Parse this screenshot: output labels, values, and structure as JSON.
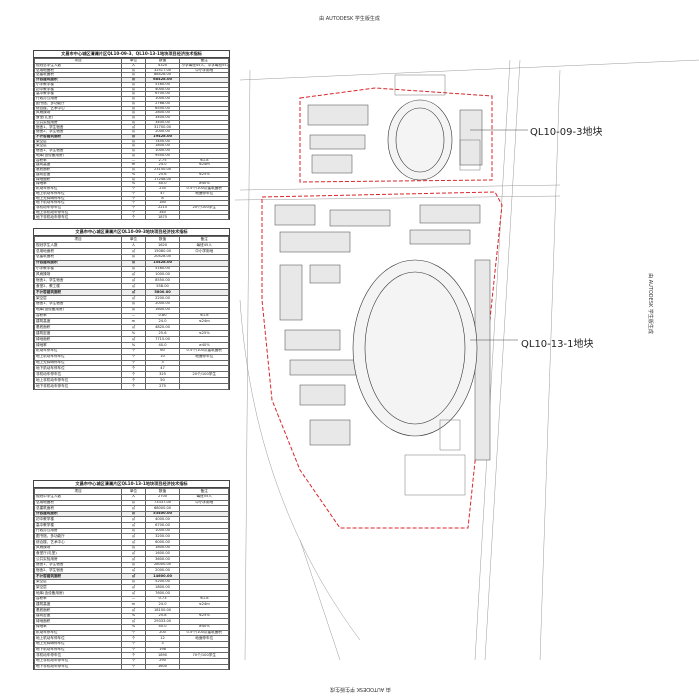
{
  "watermarks": {
    "top": "由 AUTODESK 学生版生成",
    "bottom": "由 AUTODESK 学生版生成",
    "right": "由 AUTODESK 学生版生成"
  },
  "plots": {
    "north": "QL10-09-3地块",
    "south": "QL10-13-1地块"
  },
  "columns": [
    "项目",
    "单位",
    "数值",
    "备注"
  ],
  "tables": [
    {
      "title": "文昌市中心城区清澜片区QL10-09-3、QL10-13-1地块项目经济技术指标",
      "rows": [
        [
          "规划总学生人数",
          "人",
          "4320",
          "小学每班45人，中学每班55人"
        ],
        [
          "总用地面积",
          "㎡",
          "32517.00",
          "中小学用地"
        ],
        [
          "总建筑面积",
          "㎡",
          "88428.00",
          ""
        ],
        [
          "计容建筑面积",
          "㎡",
          "68428.00",
          "",
          "b"
        ],
        [
          "小学教学楼",
          "㎡",
          "5160.00",
          ""
        ],
        [
          "初中教学楼",
          "㎡",
          "4000.00",
          ""
        ],
        [
          "高中教学楼",
          "㎡",
          "6700.00",
          ""
        ],
        [
          "行政办公用房",
          "㎡",
          "1000.00",
          ""
        ],
        [
          "图书馆、多功能厅",
          "㎡",
          "2768.00",
          ""
        ],
        [
          "综合楼、艺术中心",
          "㎡",
          "6550.00",
          ""
        ],
        [
          "风雨操场",
          "㎡",
          "2800.00",
          ""
        ],
        [
          "食堂(扎堂)",
          "㎡",
          "3400.00",
          ""
        ],
        [
          "公共实验用房",
          "㎡",
          "3400.00",
          ""
        ],
        [
          "宿舍1、学生宿舍",
          "㎡",
          "31700.00",
          ""
        ],
        [
          "宿舍2、学生宿舍",
          "㎡",
          "2000.00",
          ""
        ],
        [
          "不计容建筑面积",
          "㎡",
          "19428.00",
          "",
          "b"
        ],
        [
          "架空层",
          "㎡",
          "7450.00",
          ""
        ],
        [
          "架空层",
          "㎡",
          "1800.00",
          ""
        ],
        [
          "宿舍1、学生宿舍",
          "㎡",
          "1000.00",
          ""
        ],
        [
          "地库(含设备用房)",
          "㎡",
          "9550.00",
          ""
        ],
        [
          "容积率",
          "—",
          "2.75",
          "≤1.8"
        ],
        [
          "建筑高度",
          "m",
          "24.0",
          "≤24m"
        ],
        [
          "基底面积",
          "㎡",
          "23150.00",
          ""
        ],
        [
          "建筑密度",
          "%",
          "25.6",
          "≤25%"
        ],
        [
          "绿地面积",
          "㎡",
          "17248.00",
          ""
        ],
        [
          "绿地率",
          "%",
          "40.0",
          "≥40%"
        ],
        [
          "机动车停车位",
          "个",
          "235",
          "0.5个/100㎡建筑面积"
        ],
        [
          "地上机动车停车位",
          "个",
          "47",
          "地面停车位"
        ],
        [
          "地上无障碍停车位",
          "个",
          "8",
          ""
        ],
        [
          "地下机动车停车位",
          "个",
          "180",
          ""
        ],
        [
          "非机动车停车位",
          "个",
          "2215",
          "20个/100学生"
        ],
        [
          "地上非机动车停车位",
          "个",
          "340",
          ""
        ],
        [
          "地下非机动车停车位",
          "个",
          "1875",
          ""
        ]
      ]
    },
    {
      "title": "文昌市中心城区清澜片区QL10-09-3地块项目经济技术指标",
      "rows": [
        [
          "规划学生人数",
          "人",
          "1620",
          "每班45人"
        ],
        [
          "总用地面积",
          "㎡",
          "15080.00",
          "中小学用地"
        ],
        [
          "总建筑面积",
          "㎡",
          "20428.00",
          ""
        ],
        [
          "计容建筑面积",
          "㎡",
          "15428.00",
          "",
          "b"
        ],
        [
          "小学教学楼",
          "㎡",
          "5160.00",
          ""
        ],
        [
          "风雨操场",
          "㎡",
          "1000.00",
          ""
        ],
        [
          "宿舍1、学生宿舍",
          "㎡",
          "8550.00",
          ""
        ],
        [
          "食堂2、教工楼",
          "㎡",
          "558.00",
          ""
        ],
        [
          "不计容建筑面积",
          "㎡",
          "5800.00",
          "",
          "b"
        ],
        [
          "架空层",
          "㎡",
          "2200.00",
          ""
        ],
        [
          "宿舍1、学生宿舍",
          "㎡",
          "2000.00",
          ""
        ],
        [
          "地库(含设备用房)",
          "㎡",
          "1600.00",
          ""
        ],
        [
          "容积率",
          "—",
          "0.80",
          "≤1.8"
        ],
        [
          "建筑高度",
          "m",
          "24.0",
          "≤24m"
        ],
        [
          "基底面积",
          "㎡",
          "4820.00",
          ""
        ],
        [
          "建筑密度",
          "%",
          "25.6",
          "≤25%"
        ],
        [
          "绿地面积",
          "㎡",
          "7715.00",
          ""
        ],
        [
          "绿地率",
          "%",
          "40.0",
          "≥40%"
        ],
        [
          "机动车停车位",
          "个",
          "60",
          "0.5个/100㎡建筑面积"
        ],
        [
          "地上机动车停车位",
          "个",
          "10",
          "地面停车位"
        ],
        [
          "地上无障碍停车位",
          "个",
          "3",
          ""
        ],
        [
          "地下机动车停车位",
          "个",
          "47",
          ""
        ],
        [
          "非机动车停车位",
          "个",
          "325",
          "20个/100学生"
        ],
        [
          "地上非机动车停车位",
          "个",
          "50",
          ""
        ],
        [
          "地下非机动车停车位",
          "个",
          "275",
          ""
        ]
      ]
    },
    {
      "title": "文昌市中心城区清澜片区QL10-13-1地块项目经济技术指标",
      "rows": [
        [
          "规划中学生人数",
          "人",
          "2700",
          "每班55人"
        ],
        [
          "总用地面积",
          "㎡",
          "73337.00",
          "中小学用地"
        ],
        [
          "总建筑面积",
          "㎡",
          "68000.00",
          ""
        ],
        [
          "计容建筑面积",
          "㎡",
          "53400.00",
          "",
          "b"
        ],
        [
          "初中教学楼",
          "㎡",
          "4000.00",
          ""
        ],
        [
          "高中教学楼",
          "㎡",
          "6700.00",
          ""
        ],
        [
          "行政办公用房",
          "㎡",
          "1000.00",
          ""
        ],
        [
          "图书馆、多功能厅",
          "㎡",
          "3200.00",
          ""
        ],
        [
          "综合楼、艺术中心",
          "㎡",
          "6000.00",
          ""
        ],
        [
          "风雨操场",
          "㎡",
          "1800.00",
          ""
        ],
        [
          "食堂厅(礼堂)",
          "㎡",
          "1600.00",
          ""
        ],
        [
          "公共实验用房",
          "㎡",
          "3600.00",
          ""
        ],
        [
          "宿舍1、学生宿舍",
          "㎡",
          "28000.00",
          ""
        ],
        [
          "宿舍2、学生宿舍",
          "㎡",
          "2000.00",
          ""
        ],
        [
          "不计容建筑面积",
          "㎡",
          "14600.00",
          "",
          "b"
        ],
        [
          "架空层",
          "㎡",
          "5200.00",
          ""
        ],
        [
          "架空层",
          "㎡",
          "1800.00",
          ""
        ],
        [
          "地库(含设备用房)",
          "㎡",
          "7600.00",
          ""
        ],
        [
          "容积率",
          "—",
          "0.73",
          "≤1.8"
        ],
        [
          "建筑高度",
          "m",
          "24.0",
          "≤24m"
        ],
        [
          "基底面积",
          "㎡",
          "18150.00",
          ""
        ],
        [
          "建筑密度",
          "%",
          "25.8",
          "≤25%"
        ],
        [
          "绿地面积",
          "㎡",
          "29333.00",
          ""
        ],
        [
          "绿地率",
          "%",
          "40.0",
          "≥40%"
        ],
        [
          "机动车停车位",
          "个",
          "200",
          "0.5个/100㎡建筑面积"
        ],
        [
          "地上机动车停车位",
          "个",
          "12",
          "地面停车位"
        ],
        [
          "地上无障碍停车位",
          "个",
          "3",
          ""
        ],
        [
          "地下机动车停车位",
          "个",
          "198",
          ""
        ],
        [
          "非机动车停车位",
          "个",
          "1890",
          "70个/100学生"
        ],
        [
          "地上非机动车停车位",
          "个",
          "290",
          ""
        ],
        [
          "地下非机动车停车位",
          "个",
          "1600",
          ""
        ]
      ]
    }
  ],
  "colors": {
    "boundary": "#d9262c",
    "line": "#444444"
  }
}
